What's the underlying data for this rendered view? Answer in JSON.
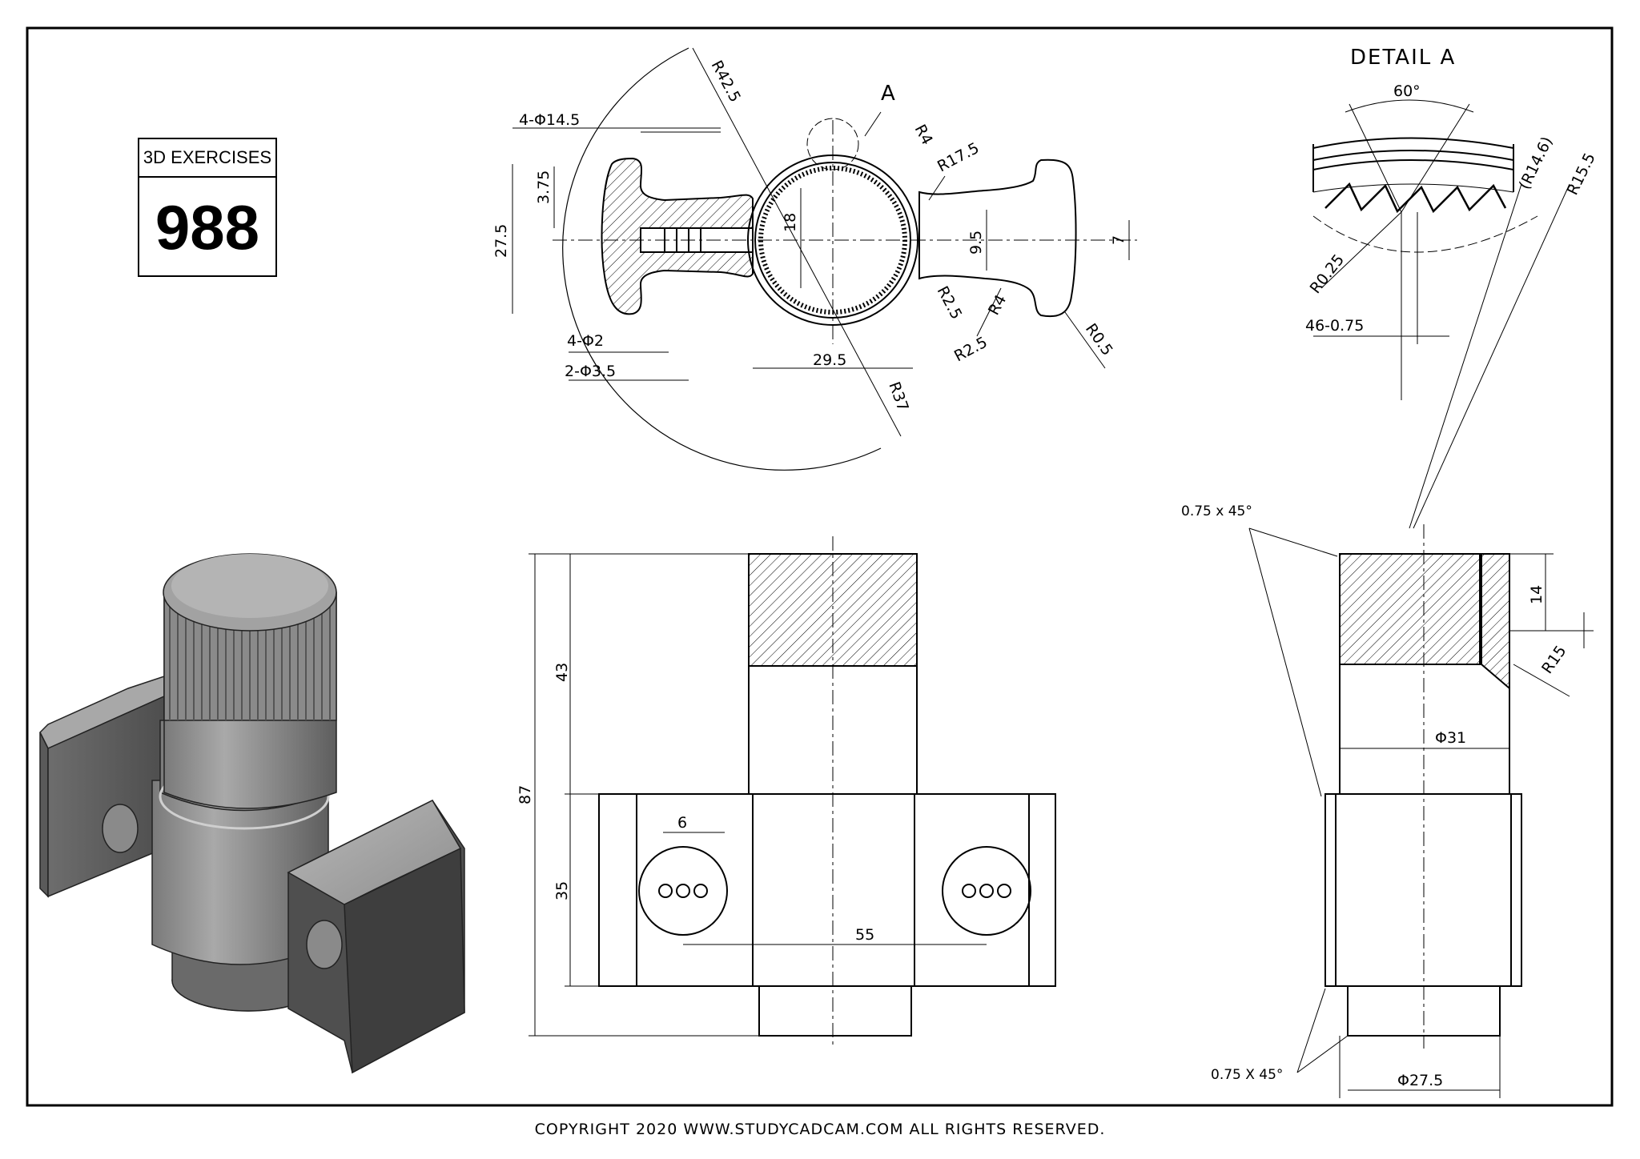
{
  "exercise": {
    "header": "3D EXERCISES",
    "number": "988"
  },
  "detail_title": "DETAIL A",
  "detail_marker": "A",
  "dimensions": {
    "top_view": {
      "holes_14_5": "4-Φ14.5",
      "holes_2": "4-Φ2",
      "holes_3_5": "2-Φ3.5",
      "height_27_5": "27.5",
      "height_3_75": "3.75",
      "r42_5": "R42.5",
      "r4_top": "R4",
      "r17_5": "R17.5",
      "d18": "18",
      "d9_5": "9.5",
      "d7": "7",
      "r2_5_a": "R2.5",
      "r4_bottom": "R4",
      "r2_5_b": "R2.5",
      "r0_5": "R0.5",
      "w29_5": "29.5",
      "r37": "R37"
    },
    "detail": {
      "angle": "60°",
      "r14_6": "(R14.6)",
      "r15_5": "R15.5",
      "r0_25": "R0.25",
      "teeth": "46-0.75"
    },
    "front_view": {
      "h43": "43",
      "h87": "87",
      "h35": "35",
      "w6": "6",
      "w55": "55"
    },
    "side_view": {
      "chamfer_top": "0.75 x 45°",
      "h14": "14",
      "r15": "R15",
      "d31": "Φ31",
      "chamfer_bottom": "0.75 X 45°",
      "d27_5": "Φ27.5"
    }
  },
  "copyright": "COPYRIGHT  2020 WWW.STUDYCADCAM.COM ALL RIGHTS RESERVED."
}
